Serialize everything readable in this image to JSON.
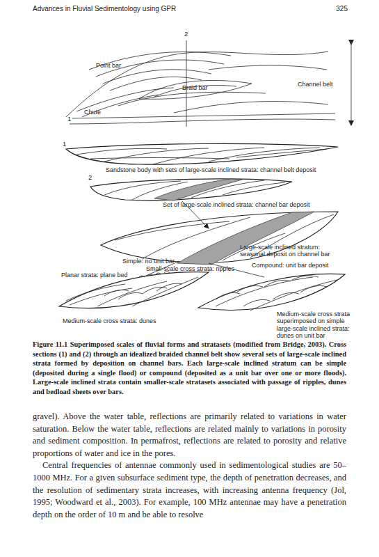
{
  "diagram": {
    "caption": "Figure 11.1 Superimposed scales of fluvial forms and stratasets (modified from Bridge, 2003). Cross sections (1) and (2) through an idealized braided channel belt show several sets of large-scale inclined strata formed by deposition on channel bars. Each large-scale inclined stratum can be simple (deposited during a single flood) or compound (deposited as a unit bar over one or more floods). Large-scale inclined strata contain smaller-scale stratasets associated with passage of ripples, dunes and bedload sheets over bars.",
    "labels": [
      "Advances in Fluvial Sedimentology using GPR",
      "325",
      "2",
      "Point bar",
      "Channel belt",
      "Braid bar",
      "Chute",
      "1",
      "1",
      "Sandstone body with sets of large-scale inclined strata: channel belt deposit",
      "2",
      "Set of large-scale inclined strata: channel bar deposit",
      "Large-scale inclined stratum: seasonal deposit on channel bar",
      "Simple: no unit bar",
      "Compound: unit bar deposit",
      "Small-scale cross strata: ripples",
      "Planar strata: plane bed",
      "Medium-scale cross strata: dunes",
      "Medium-scale cross strata superimposed on simple large-scale inclined strata: dunes on unit bar",
      "gravel). Above the water table, reflections are primarily related to variations in water saturation. Below the water table, reflections are related mainly to variations in porosity and sediment composition. In permafrost, reflections are related to porosity and relative proportions of water and ice in the pores.",
      "Central frequencies of antennae commonly used in sedimentological studies are 50–1000 MHz. For a given subsurface sediment type, the depth of penetration decreases, and the resolution of sedimentary strata increases, with increasing antenna frequency (Jol, 1995; Woodward et al., 2003). For example, 100 MHz antennae may have a penetration depth on the order of 10 m and be able to resolve"
    ]
  }
}
